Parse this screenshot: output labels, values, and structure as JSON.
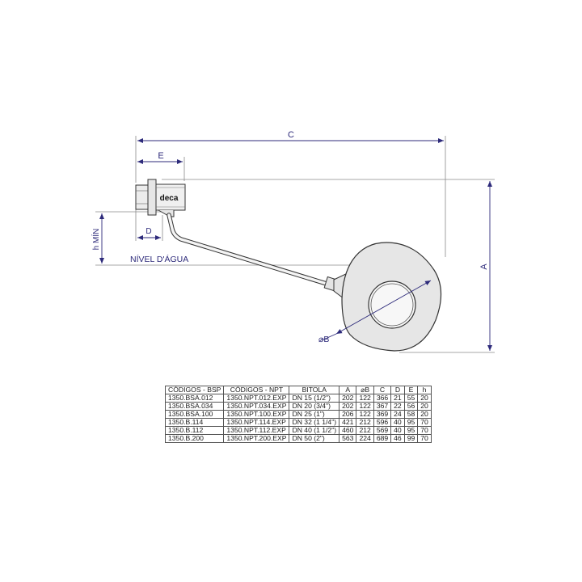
{
  "drawing": {
    "brand_label": "deca",
    "dimensions": {
      "c_label": "C",
      "e_label": "E",
      "d_label": "D",
      "a_label": "A",
      "b_label": "⌀B",
      "h_label": "h MÍN",
      "water_level_label": "NÍVEL D'ÁGUA"
    },
    "colors": {
      "dimension": "#2d2a7a",
      "line": "#333333",
      "part_fill": "#e8e8e8"
    }
  },
  "table": {
    "headers": [
      "CÓDIGOS - BSP",
      "CÓDIGOS - NPT",
      "BITOLA",
      "A",
      "⌀B",
      "C",
      "D",
      "E",
      "h"
    ],
    "rows": [
      [
        "1350.BSA.012",
        "1350.NPT.012.EXP",
        "DN 15 (1/2\")",
        "202",
        "122",
        "366",
        "21",
        "55",
        "20"
      ],
      [
        "1350.BSA.034",
        "1350.NPT.034.EXP",
        "DN 20 (3/4\")",
        "202",
        "122",
        "367",
        "22",
        "56",
        "20"
      ],
      [
        "1350.BSA.100",
        "1350.NPT.100.EXP",
        "DN 25 (1\")",
        "206",
        "122",
        "369",
        "24",
        "58",
        "20"
      ],
      [
        "1350.B.114",
        "1350.NPT.114.EXP",
        "DN 32 (1 1/4\")",
        "421",
        "212",
        "596",
        "40",
        "95",
        "70"
      ],
      [
        "1350.B.112",
        "1350.NPT.112.EXP",
        "DN 40 (1 1/2\")",
        "460",
        "212",
        "569",
        "40",
        "95",
        "70"
      ],
      [
        "1350.B.200",
        "1350.NPT.200.EXP",
        "DN 50 (2\")",
        "563",
        "224",
        "689",
        "46",
        "99",
        "70"
      ]
    ]
  }
}
